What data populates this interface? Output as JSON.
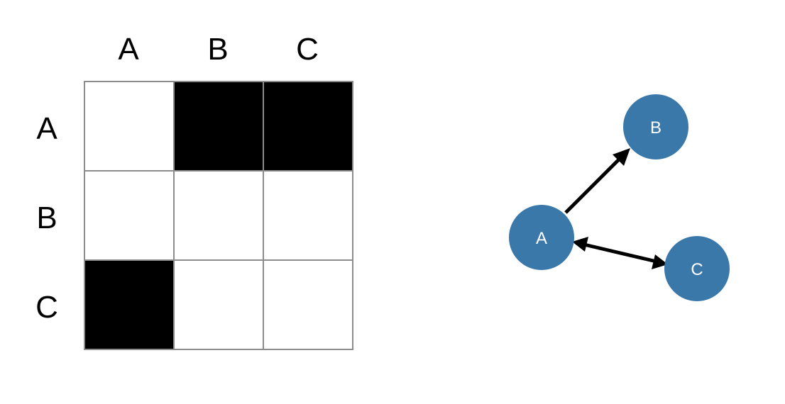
{
  "matrix": {
    "col_labels": [
      "A",
      "B",
      "C"
    ],
    "row_labels": [
      "A",
      "B",
      "C"
    ],
    "cells": [
      [
        0,
        1,
        1
      ],
      [
        0,
        0,
        0
      ],
      [
        1,
        0,
        0
      ]
    ],
    "filled_color": "#000000",
    "empty_color": "#ffffff",
    "grid_line_color": "#8c8c8c"
  },
  "graph": {
    "node_color": "#3a78aa",
    "nodes": [
      {
        "id": "A",
        "label": "A"
      },
      {
        "id": "B",
        "label": "B"
      },
      {
        "id": "C",
        "label": "C"
      }
    ],
    "edges": [
      {
        "from": "A",
        "to": "B",
        "direction": "forward"
      },
      {
        "from": "A",
        "to": "C",
        "direction": "both"
      }
    ]
  }
}
